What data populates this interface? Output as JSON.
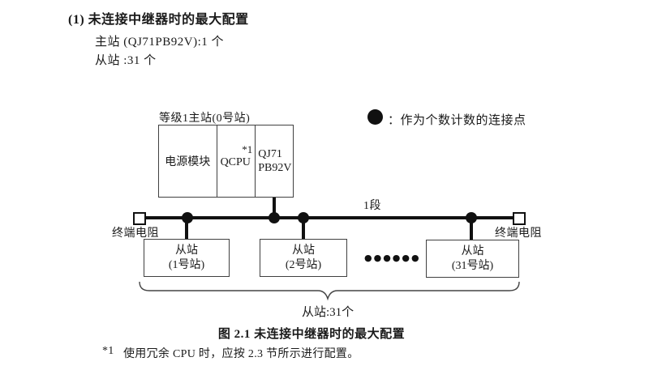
{
  "page": {
    "heading": "(1) 未连接中继器时的最大配置",
    "master_count_line": "主站 (QJ71PB92V):1 个",
    "slave_count_line": "从站 :31 个"
  },
  "diagram": {
    "master": {
      "label": "等级1主站(0号站)",
      "modules": {
        "power": "电源模块",
        "cpu": "QCPU",
        "cpu_note": "*1",
        "pb_line1": "QJ71",
        "pb_line2": "PB92V"
      }
    },
    "legend": {
      "separator": "：",
      "text": "作为个数计数的连接点"
    },
    "bus": {
      "segment_label": "1段",
      "terminator_left_label": "终端电阻",
      "terminator_right_label": "终端电阻"
    },
    "slaves": [
      {
        "line1": "从站",
        "line2": "(1号站)"
      },
      {
        "line1": "从站",
        "line2": "(2号站)"
      },
      {
        "line1": "从站",
        "line2": "(31号站)"
      }
    ],
    "ellipsis": "●●●●●●",
    "brace_label": "从站:31个"
  },
  "caption": "图 2.1 未连接中继器时的最大配置",
  "footnote": {
    "marker": "*1",
    "text": "使用冗余 CPU 时，应按 2.3 节所示进行配置。"
  }
}
